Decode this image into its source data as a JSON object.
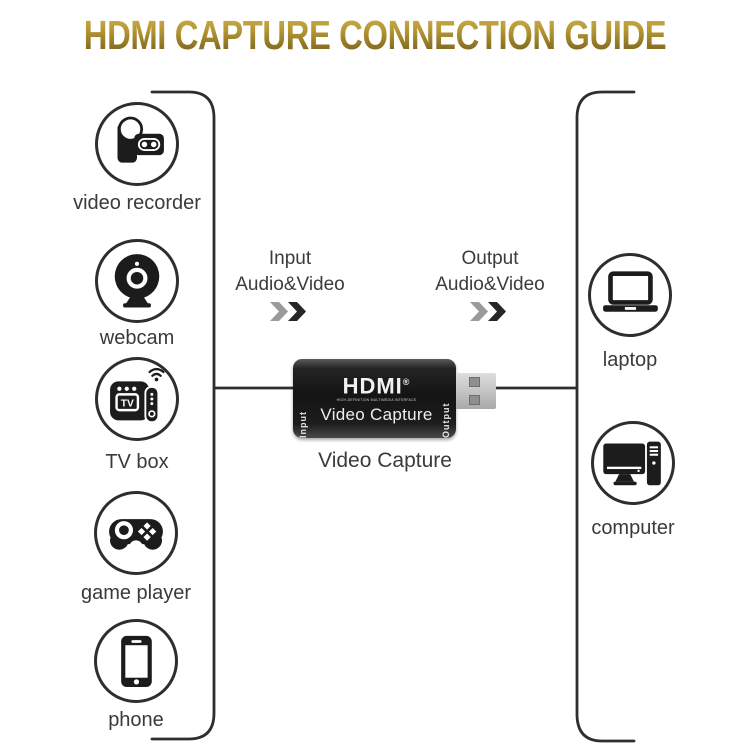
{
  "title": "HDMI CAPTURE CONNECTION GUIDE",
  "colors": {
    "title_gold_top": "#d2b64f",
    "title_gold_bottom": "#6e5a15",
    "diagram_line": "#2e2e2e",
    "label_text": "#3a3a3a",
    "chevron_gray": "#9a9a9a",
    "chevron_dark": "#262626",
    "device_body_black": "#1a1a1a",
    "usb_metal_gray": "#c9c9c9"
  },
  "sources": [
    {
      "label": "video recorder",
      "icon": "camcorder-icon"
    },
    {
      "label": "webcam",
      "icon": "webcam-icon"
    },
    {
      "label": "TV box",
      "icon": "tv-box-icon",
      "icon_text": "TV"
    },
    {
      "label": "game player",
      "icon": "gamepad-icon"
    },
    {
      "label": "phone",
      "icon": "smartphone-icon"
    }
  ],
  "destinations": [
    {
      "label": "laptop",
      "icon": "laptop-icon"
    },
    {
      "label": "computer",
      "icon": "desktop-computer-icon"
    }
  ],
  "flow": {
    "input_line1": "Input",
    "input_line2": "Audio&Video",
    "output_line1": "Output",
    "output_line2": "Audio&Video"
  },
  "device": {
    "brand": "HDMI",
    "reg_mark": "®",
    "tagline": "HIGH-DEFINITION MULTIMEDIA INTERFACE",
    "body_label": "Video Capture",
    "side_left": "Input",
    "side_right": "Output",
    "caption": "Video Capture"
  }
}
